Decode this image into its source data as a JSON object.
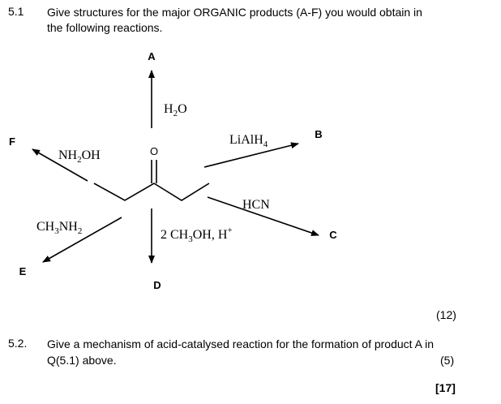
{
  "q1": {
    "number": "5.1",
    "line1": "Give structures for the major ORGANIC products (A-F) you would obtain in",
    "line2": "the following reactions."
  },
  "scheme": {
    "products": {
      "A": "A",
      "B": "B",
      "C": "C",
      "D": "D",
      "E": "E",
      "F": "F"
    },
    "oxygen": "O",
    "reagents": {
      "water": {
        "base": "H",
        "sub": "2",
        "tail": "O"
      },
      "lialh4": {
        "base": "LiAlH",
        "sub": "4"
      },
      "nh2oh": {
        "pre": "NH",
        "sub": "2",
        "post": "OH"
      },
      "hcn": "HCN",
      "ch3nh2": {
        "pre": "CH",
        "sub1": "3",
        "mid": "NH",
        "sub2": "2"
      },
      "methanol_acid": {
        "pre": "2 CH",
        "sub": "3",
        "post": "OH,  H",
        "sup": "+"
      }
    }
  },
  "marks1": "(12)",
  "q2": {
    "number": "5.2.",
    "line1": "Give a mechanism of acid-catalysed reaction for the formation of product A in",
    "line2": "Q(5.1) above.",
    "marks": "(5)"
  },
  "total": "[17]"
}
